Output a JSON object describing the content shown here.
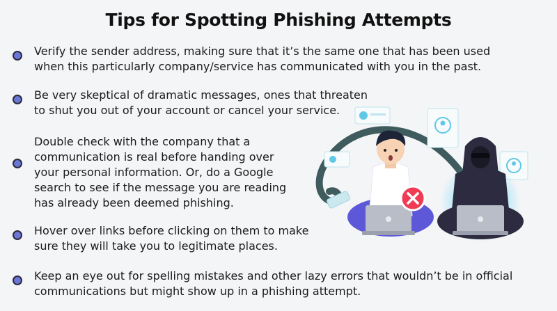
{
  "title": "Tips for Spotting Phishing Attempts",
  "tips": [
    "Verify the sender address, making sure that it’s the same one that has been used when this particularly company/service has communicated with you in the past.",
    "Be very skeptical of dramatic messages, ones that threaten to shut you out of your account or cancel your service.",
    "Double check with the company that a communication is real before handing over your personal information. Or, do a Google search to see if the message you are reading has already been deemed phishing.",
    "Hover over links before clicking on them to make sure they will take you to legitimate places.",
    "Keep an eye out for spelling mistakes and other lazy errors that wouldn’t be in official communications but might show up in a phishing attempt."
  ],
  "icons": {
    "victim": "worried-user-illustration",
    "hacker": "hooded-hacker-illustration",
    "alert": "close-x-icon",
    "profile": "user-profile-icon"
  },
  "colors": {
    "bullet": "#6b76d6",
    "hook": "#3f5b5e",
    "alert": "#f03b55",
    "glow": "#4fd0f5",
    "hoodie": "#2c2b3f",
    "legs": "#5d58d8"
  }
}
